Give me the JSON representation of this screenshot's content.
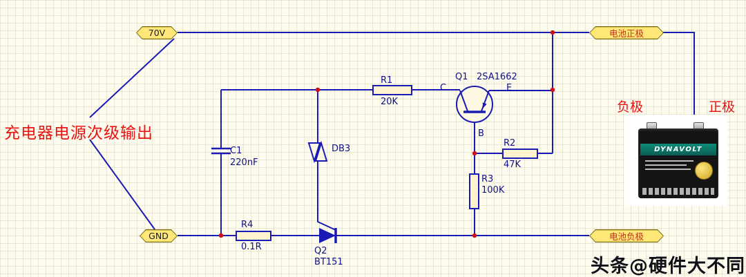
{
  "heading": {
    "text": "充电器电源次级输出"
  },
  "ports": {
    "v70": {
      "label": "70V"
    },
    "gnd": {
      "label": "GND"
    },
    "bat_pos": {
      "label": "电池正极"
    },
    "bat_neg": {
      "label": "电池负极"
    }
  },
  "terminals": {
    "neg": "负极",
    "pos": "正极"
  },
  "components": {
    "r1": {
      "ref": "R1",
      "value": "20K"
    },
    "r2": {
      "ref": "R2",
      "value": "47K"
    },
    "r3": {
      "ref": "R3",
      "value": "100K"
    },
    "r4": {
      "ref": "R4",
      "value": "0.1R"
    },
    "c1": {
      "ref": "C1",
      "value": "220nF"
    },
    "db3": {
      "ref": "DB3"
    },
    "q1": {
      "ref": "Q1",
      "value": "2SA1662",
      "pin_c": "C",
      "pin_e": "E",
      "pin_b": "B"
    },
    "q2": {
      "ref": "Q2",
      "value": "BT151"
    }
  },
  "battery": {
    "brand": "DYNAVOLT"
  },
  "watermark": {
    "text": "头条@硬件大不同"
  },
  "colors": {
    "wire": "#1a1ab4",
    "junction": "#cf1010",
    "port_fill": "#ffe878",
    "label": "#10108e",
    "accent_red": "#ee1111"
  }
}
